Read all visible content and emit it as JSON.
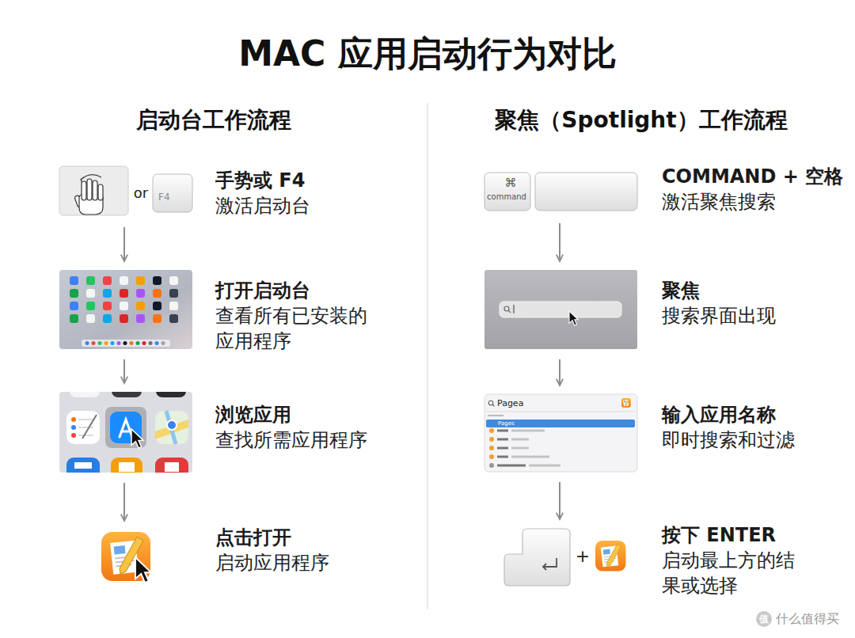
{
  "diagram": {
    "title": "MAC 应用启动行为对比",
    "nodes": [
      {
        "text": [
          "手势或 F4",
          "激活启动台"
        ]
      },
      {
        "text": [
          "打开启动台",
          "查看所有已安装的 应用程序"
        ]
      },
      {
        "text": [
          "浏览应用",
          "查找所需应用程序"
        ]
      },
      {
        "text": [
          "点击打开",
          "启动应用程序"
        ]
      },
      {
        "text": [
          "COMMAND + 空格",
          "激活聚焦搜索"
        ]
      },
      {
        "text": [
          "聚焦",
          "搜索界面出现"
        ]
      },
      {
        "text": [
          "输入应用名称",
          "即时搜索和过滤"
        ]
      },
      {
        "text": [
          "按下 ENTER",
          "启动最上方的结 果或选择"
        ]
      }
    ],
    "edges": [
      {
        "from": 0,
        "to": 1,
        "arrow": "to"
      },
      {
        "from": 1,
        "to": 2,
        "arrow": "to"
      },
      {
        "from": 2,
        "to": 3,
        "arrow": "to"
      },
      {
        "from": 4,
        "to": 5,
        "arrow": "to"
      },
      {
        "from": 5,
        "to": 6,
        "arrow": "to"
      },
      {
        "from": 6,
        "to": 7,
        "arrow": "to"
      }
    ],
    "labels": [
      "启动台工作流程",
      "聚焦（Spotlight）工作流程",
      "or",
      "F4",
      "⌘",
      "command",
      "Pagea",
      "Pages",
      "+",
      "值",
      "什么值得买"
    ]
  }
}
